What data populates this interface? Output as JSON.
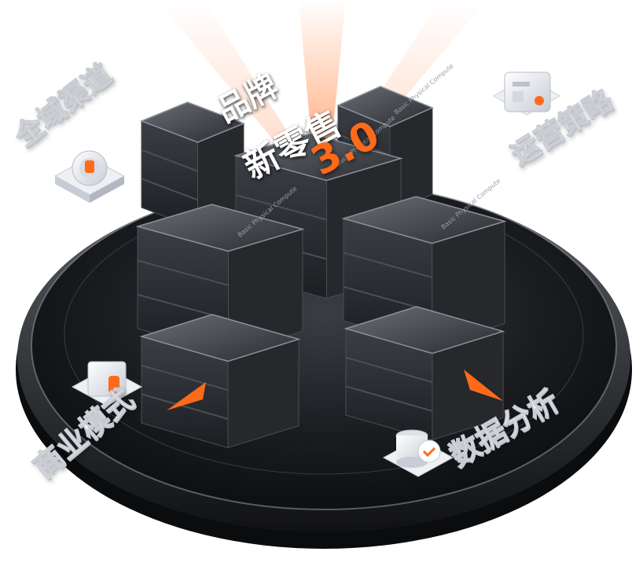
{
  "title": {
    "line1": "品牌",
    "line2": "新零售",
    "version": "3.0"
  },
  "labels": {
    "top_left": "全域渠道",
    "top_right": "运营策略",
    "bottom_left": "商业模式",
    "bottom_right": "数据分析"
  },
  "server_label": "Basic Physical Compute",
  "icons": {
    "top_left": "channel-cube-icon",
    "top_right": "strategy-card-icon",
    "bottom_left": "store-house-icon",
    "bottom_right": "database-check-icon"
  },
  "colors": {
    "accent": "#ff6a1a",
    "platform": "#1b1d21",
    "server": "#2b2e33"
  }
}
